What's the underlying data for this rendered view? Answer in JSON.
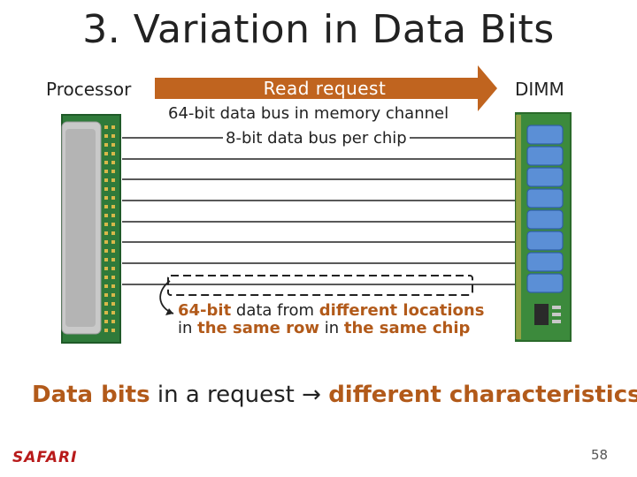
{
  "slide": {
    "title": "3. Variation in Data Bits",
    "processor_label": "Processor",
    "dimm_label": "DIMM",
    "arrow_label": "Read request",
    "bus_64_label": "64-bit data bus in memory channel",
    "bus_8_label": "8-bit data bus per chip",
    "note": {
      "part1": "64-bit",
      "part2": " data from ",
      "part3": "different locations",
      "part4": "in ",
      "part5": "the same row",
      "part6": " in ",
      "part7": "the same chip"
    },
    "bottom": {
      "part1": "Data bits",
      "part2": " in a request ",
      "part3": "different characteristics"
    },
    "logo": "SAFARI",
    "page_number": "58"
  },
  "colors": {
    "accent": "#c0641f",
    "highlight_text": "#b25a1a",
    "chip_blue": "#5b8fd6",
    "pcb_green": "#3c8a3c",
    "logo_red": "#b81a1a"
  }
}
